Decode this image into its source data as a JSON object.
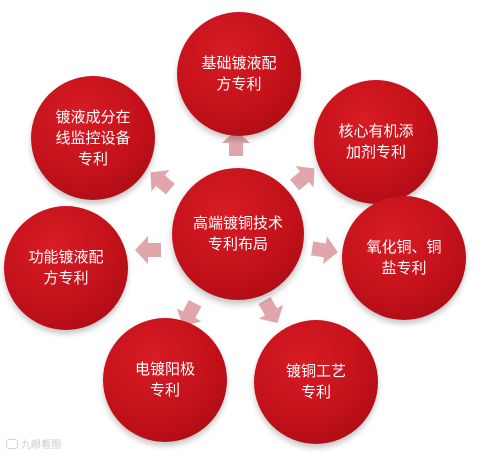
{
  "center": {
    "label": "高端镀铜技术\n专利布局"
  },
  "nodes": [
    {
      "id": "top",
      "label": "基础镀液配\n方专利"
    },
    {
      "id": "upper-right",
      "label": "核心有机添\n加剂专利"
    },
    {
      "id": "right",
      "label": "氧化铜、铜\n盐专利"
    },
    {
      "id": "lower-right",
      "label": "镀铜工艺\n专利"
    },
    {
      "id": "lower-left",
      "label": "电镀阳极\n专利"
    },
    {
      "id": "left",
      "label": "功能镀液配\n方专利"
    },
    {
      "id": "upper-left",
      "label": "镀液成分在\n线监控设备\n专利"
    }
  ],
  "colors": {
    "node": "#c2111a",
    "arrow": "#e0a6ab"
  },
  "watermark": {
    "text": "九眼看图"
  }
}
